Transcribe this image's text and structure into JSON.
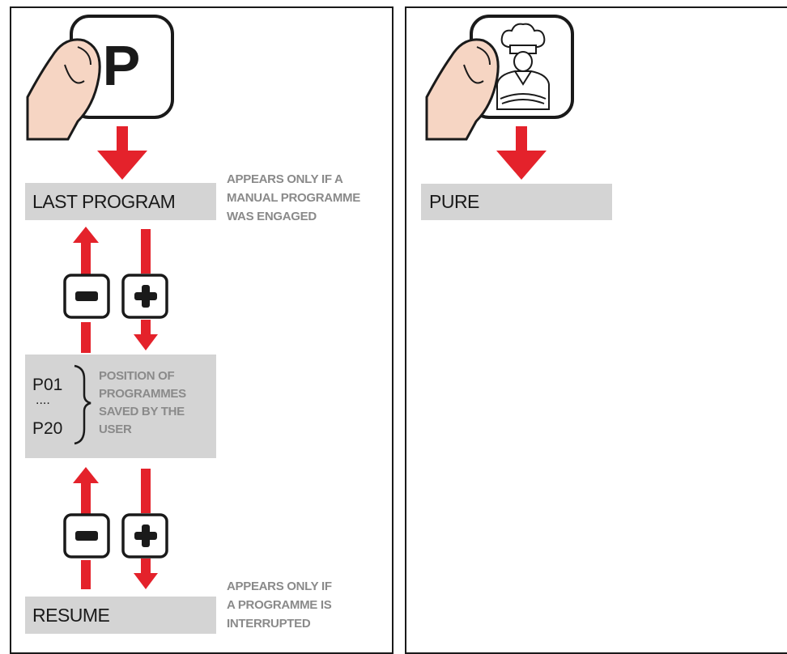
{
  "left_panel": {
    "key_letter": "P",
    "icons": {
      "press": "finger-press-icon",
      "minus": "minus-key-icon",
      "plus": "plus-key-icon",
      "arrow": "red-arrow-icon",
      "brace": "curly-brace-icon"
    },
    "last_program": {
      "label": "LAST PROGRAM",
      "note_lines": [
        "APPEARS ONLY IF A",
        "MANUAL PROGRAMME",
        "WAS ENGAGED"
      ]
    },
    "programmes": {
      "first": "P01",
      "ellipsis": "....",
      "last": "P20",
      "note_lines": [
        "POSITION OF",
        "PROGRAMMES",
        "SAVED BY THE",
        "USER"
      ]
    },
    "resume": {
      "label": "RESUME",
      "note_lines": [
        "APPEARS ONLY IF",
        "A PROGRAMME IS",
        "INTERRUPTED"
      ]
    }
  },
  "right_panel": {
    "icons": {
      "press": "finger-press-icon",
      "key": "chef-key-icon",
      "arrow": "red-arrow-icon"
    },
    "pure": {
      "label": "PURE"
    }
  },
  "colors": {
    "arrow_red": "#e4222b",
    "box_gray": "#d4d4d4",
    "note_gray": "#8a8a8a",
    "skin": "#f6d5c3",
    "outline": "#1a1a1a"
  }
}
